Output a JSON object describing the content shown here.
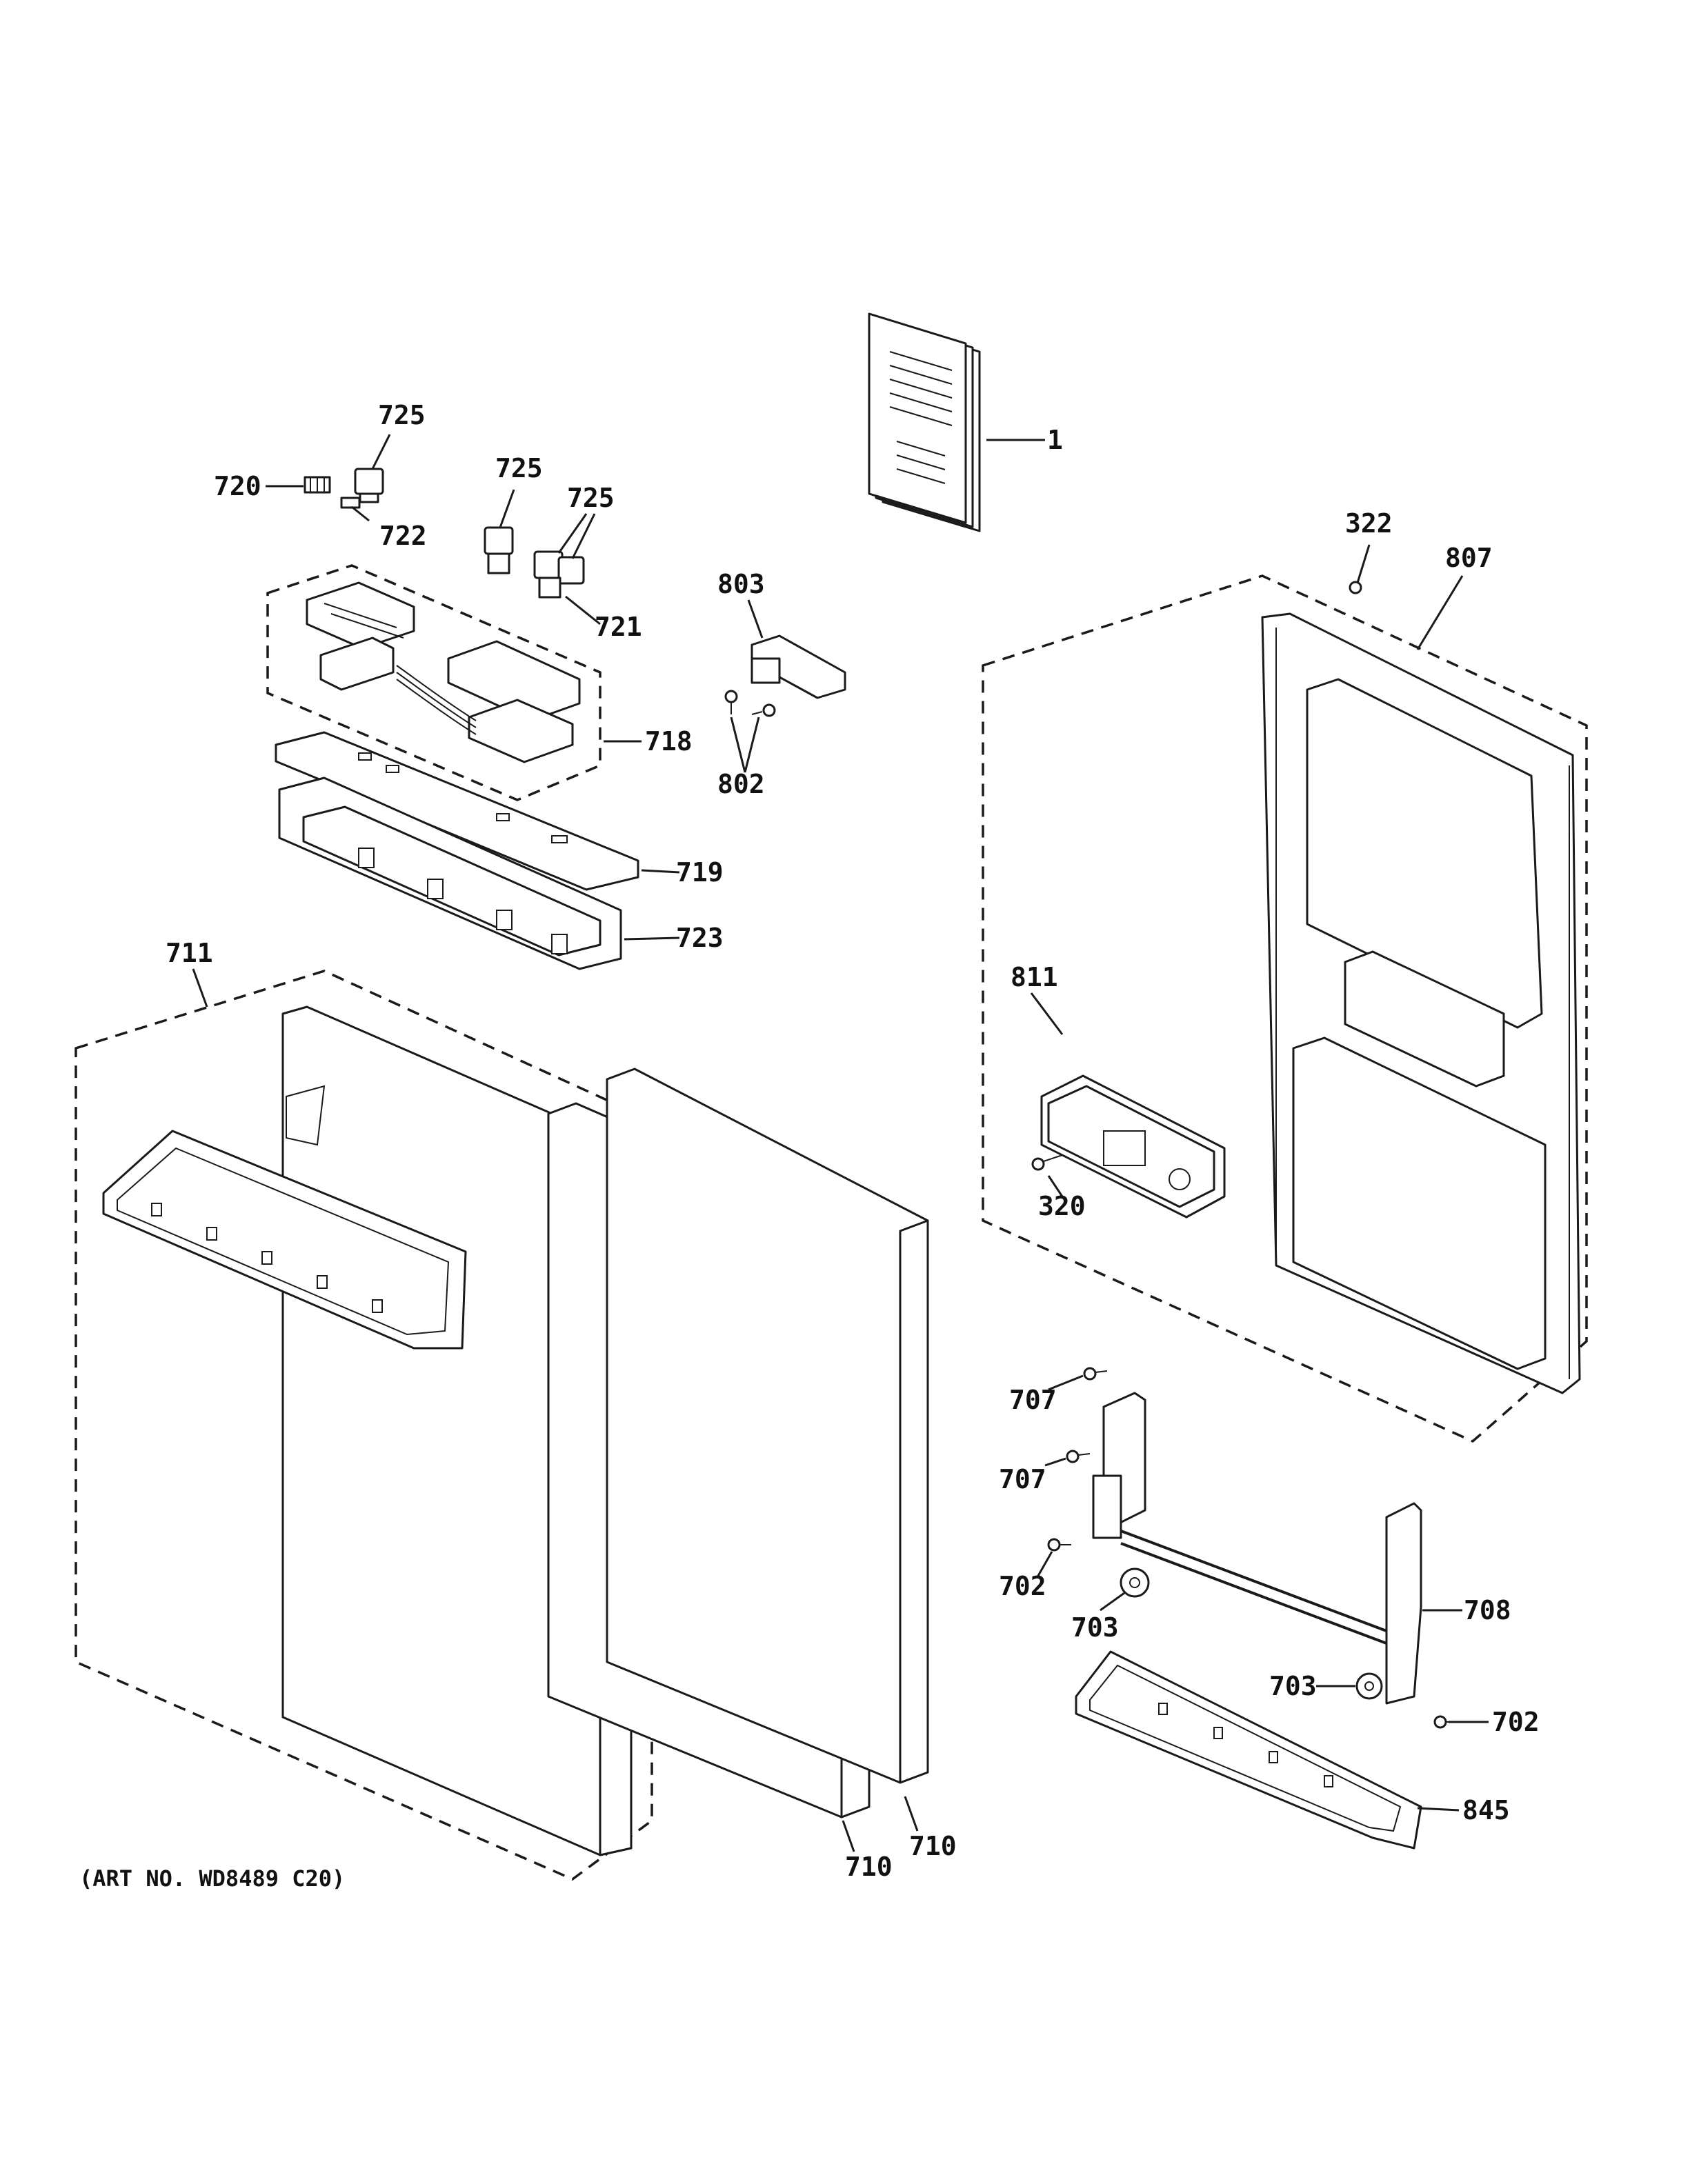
{
  "art_number": "(ART NO. WD8489 C20)",
  "callouts": {
    "c1": "1",
    "c322": "322",
    "c807": "807",
    "c725a": "725",
    "c720": "720",
    "c722": "722",
    "c725b": "725",
    "c725c": "725",
    "c721": "721",
    "c803": "803",
    "c802": "802",
    "c718": "718",
    "c719": "719",
    "c723": "723",
    "c711": "711",
    "c811": "811",
    "c320": "320",
    "c707a": "707",
    "c707b": "707",
    "c702a": "702",
    "c703a": "703",
    "c708": "708",
    "c703b": "703",
    "c702b": "702",
    "c845": "845",
    "c710a": "710",
    "c710b": "710"
  }
}
